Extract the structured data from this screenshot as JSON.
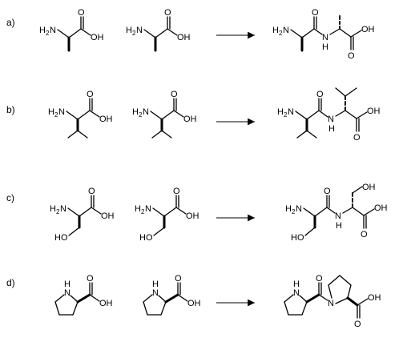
{
  "rows": [
    {
      "label": "a)"
    },
    {
      "label": "b)"
    },
    {
      "label": "c)"
    },
    {
      "label": "d)"
    }
  ],
  "atoms": {
    "H": "H",
    "N": "N",
    "two": "2",
    "O": "O",
    "OH": "OH",
    "HO": "HO"
  }
}
